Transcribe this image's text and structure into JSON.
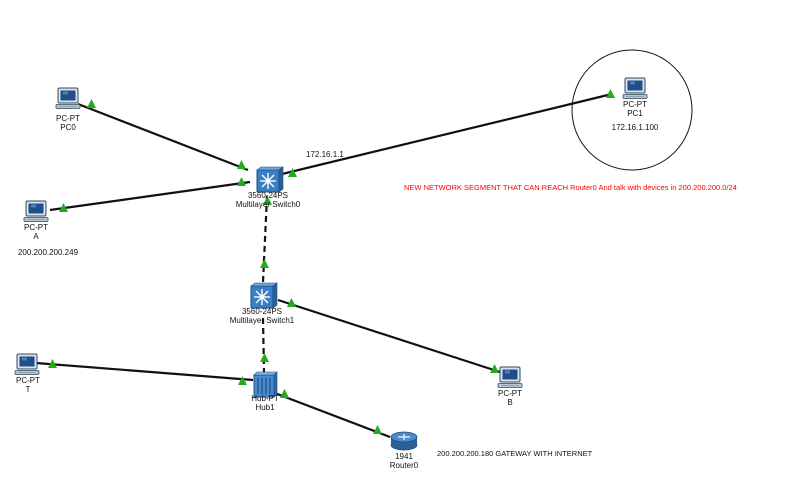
{
  "devices": {
    "pc0": {
      "model": "PC-PT",
      "name": "PC0"
    },
    "pc1": {
      "model": "PC-PT",
      "name": "PC1",
      "ip": "172.16.1.100"
    },
    "pca": {
      "model": "PC-PT",
      "name": "A",
      "ip": "200.200.200.249"
    },
    "pct": {
      "model": "PC-PT",
      "name": "T"
    },
    "pcb": {
      "model": "PC-PT",
      "name": "B"
    },
    "switch0": {
      "model": "3560-24PS",
      "name": "Multilayer Switch0"
    },
    "switch1": {
      "model": "3560-24PS",
      "name": "Multilayer Switch1"
    },
    "hub1": {
      "model": "Hub-PT",
      "name": "Hub1"
    },
    "router0": {
      "model": "1941",
      "name": "Router0"
    }
  },
  "labels": {
    "link_ip": "172.16.1.1",
    "new_segment_note": "NEW NETWORK SEGMENT THAT CAN REACH Router0 And talk with devices in 200.200.200.0/24",
    "gateway_note": "200.200.200.180 GATEWAY WITH INTERNET"
  },
  "colors": {
    "link": "#111111",
    "link_indicator": "#22aa22",
    "note": "#ff0000",
    "device_blue": "#3a7fc4"
  }
}
